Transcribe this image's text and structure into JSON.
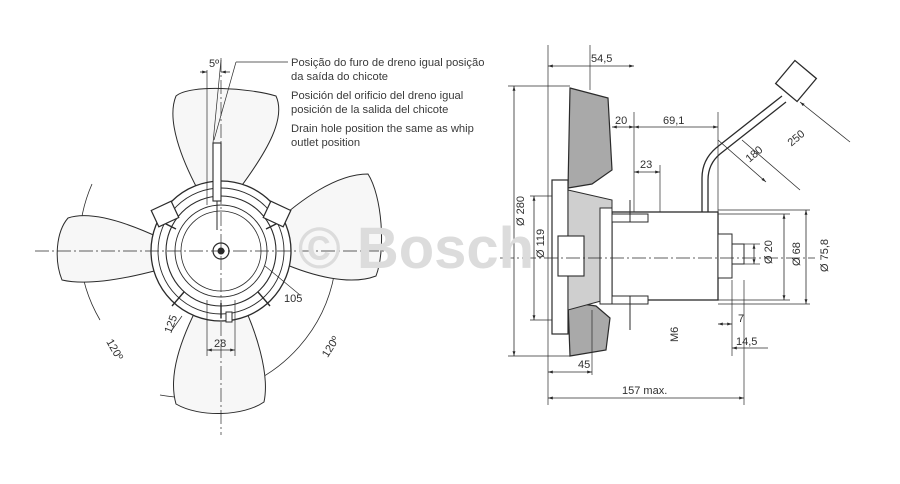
{
  "notes": {
    "pt_line1": "Posição do furo de dreno igual posição",
    "pt_line2": "da saída do chicote",
    "es_line1": "Posición del orificio del dreno igual",
    "es_line2": "posición de la salida del chicote",
    "en_line1": "Drain hole position the same as whip",
    "en_line2": "outlet position"
  },
  "watermark": "© Bosch",
  "front_view": {
    "angle_top": "5º",
    "angle_left": "120º",
    "angle_right": "120º",
    "dim_105": "105",
    "dim_125": "125",
    "dim_28": "28"
  },
  "side_view": {
    "dim_54_5": "54,5",
    "dim_20": "20",
    "dim_69_1": "69,1",
    "dim_23": "23",
    "dim_180": "180",
    "dim_250": "250",
    "dia_280": "Ø 280",
    "dia_119": "Ø 119",
    "dia_20": "Ø 20",
    "dia_68": "Ø 68",
    "dia_75_8": "Ø 75,8",
    "thread_m6": "M6",
    "dim_7": "7",
    "dim_14_5": "14,5",
    "dim_45": "45",
    "dim_157": "157 max."
  },
  "colors": {
    "line": "#2b2b2b",
    "blade_fill": "#f7f7f7",
    "shaded": "#a9a9a9",
    "watermark": "#dcdcdc"
  }
}
